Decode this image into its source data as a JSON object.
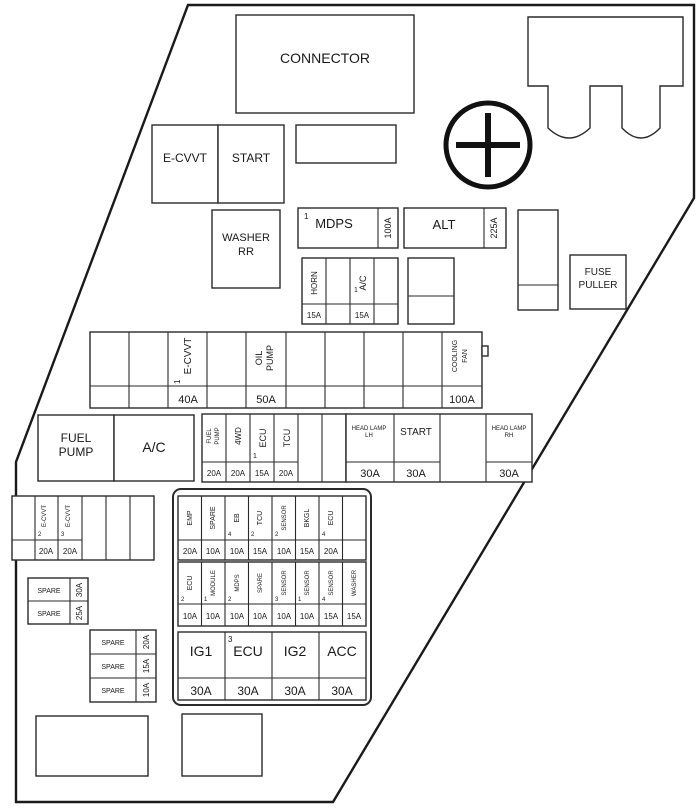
{
  "labels": {
    "connector": "CONNECTOR",
    "e_cvvt": "E-CVVT",
    "start": "START",
    "washer_rr_1": "WASHER",
    "washer_rr_2": "RR",
    "mdps": "MDPS",
    "mdps_num": "1",
    "mdps_amp": "100A",
    "alt": "ALT",
    "alt_amp": "225A",
    "horn": "HORN",
    "horn_amp": "15A",
    "ac_small": "A/C",
    "ac_small_num": "1",
    "ac_small_amp": "15A",
    "fuse_puller_1": "FUSE",
    "fuse_puller_2": "PULLER",
    "big_e_cvvt": "E-CVVT",
    "big_e_cvvt_num": "1",
    "big_e_cvvt_amp": "40A",
    "oil_pump_1": "OIL",
    "oil_pump_2": "PUMP",
    "oil_pump_amp": "50A",
    "cooling_fan_1": "COOLING",
    "cooling_fan_2": "FAN",
    "cooling_fan_amp": "100A",
    "fuel_pump_1": "FUEL",
    "fuel_pump_2": "PUMP",
    "ac_relay": "A/C",
    "mini_fuel_pump_1": "FUEL",
    "mini_fuel_pump_2": "PUMP",
    "mini_fuel_pump_amp": "20A",
    "mini_4wd": "4WD",
    "mini_4wd_amp": "20A",
    "mini_ecu": "ECU",
    "mini_ecu_num": "1",
    "mini_ecu_amp": "15A",
    "mini_tcu": "TCU",
    "mini_tcu_amp": "20A",
    "head_lamp_lh_1": "HEAD LAMP",
    "head_lamp_lh_2": "LH",
    "head_lamp_lh_amp": "30A",
    "start_relay": "START",
    "start_relay_amp": "30A",
    "head_lamp_rh_1": "HEAD LAMP",
    "head_lamp_rh_2": "RH",
    "head_lamp_rh_amp": "30A",
    "left_e_cvvt_2": "E-CVVT",
    "left_e_cvvt_2_num": "2",
    "left_e_cvvt_2_amp": "20A",
    "left_e_cvvt_3": "E-CVVT",
    "left_e_cvvt_3_num": "3",
    "left_e_cvvt_3_amp": "20A",
    "spare_30": "SPARE",
    "spare_30_amp": "30A",
    "spare_25": "SPARE",
    "spare_25_amp": "25A",
    "spare_20": "SPARE",
    "spare_20_amp": "20A",
    "spare_15": "SPARE",
    "spare_15_amp": "15A",
    "spare_10": "SPARE",
    "spare_10_amp": "10A",
    "row1_emp": "EMP",
    "row1_emp_amp": "20A",
    "row1_spare": "SPARE",
    "row1_spare_amp": "10A",
    "row1_eb": "EB",
    "row1_eb_num": "4",
    "row1_eb_amp": "10A",
    "row1_tcu": "TCU",
    "row1_tcu_num": "2",
    "row1_tcu_amp": "15A",
    "row1_sensor": "SENSOR",
    "row1_sensor_num": "2",
    "row1_sensor_amp": "10A",
    "row1_bkgl": "BKGL",
    "row1_bkgl_amp": "15A",
    "row1_ecu": "ECU",
    "row1_ecu_num": "4",
    "row1_ecu_amp": "20A",
    "row2_ecu": "ECU",
    "row2_ecu_num": "2",
    "row2_ecu_amp": "10A",
    "row2_module": "MODULE",
    "row2_module_num": "1",
    "row2_module_amp": "10A",
    "row2_mdps": "MDPS",
    "row2_mdps_num": "2",
    "row2_mdps_amp": "10A",
    "row2_spare": "SPARE",
    "row2_spare_amp": "10A",
    "row2_sensor3": "SENSOR",
    "row2_sensor3_num": "3",
    "row2_sensor3_amp": "10A",
    "row2_sensor1": "SENSOR",
    "row2_sensor1_num": "1",
    "row2_sensor1_amp": "10A",
    "row2_sensor4": "SENSOR",
    "row2_sensor4_num": "4",
    "row2_sensor4_amp": "15A",
    "row2_washer": "WASHER",
    "row2_washer_amp": "15A",
    "ig1": "IG1",
    "ig1_amp": "30A",
    "ecu3": "ECU",
    "ecu3_num": "3",
    "ecu3_amp": "30A",
    "ig2": "IG2",
    "ig2_amp": "30A",
    "acc": "ACC",
    "acc_amp": "30A"
  }
}
